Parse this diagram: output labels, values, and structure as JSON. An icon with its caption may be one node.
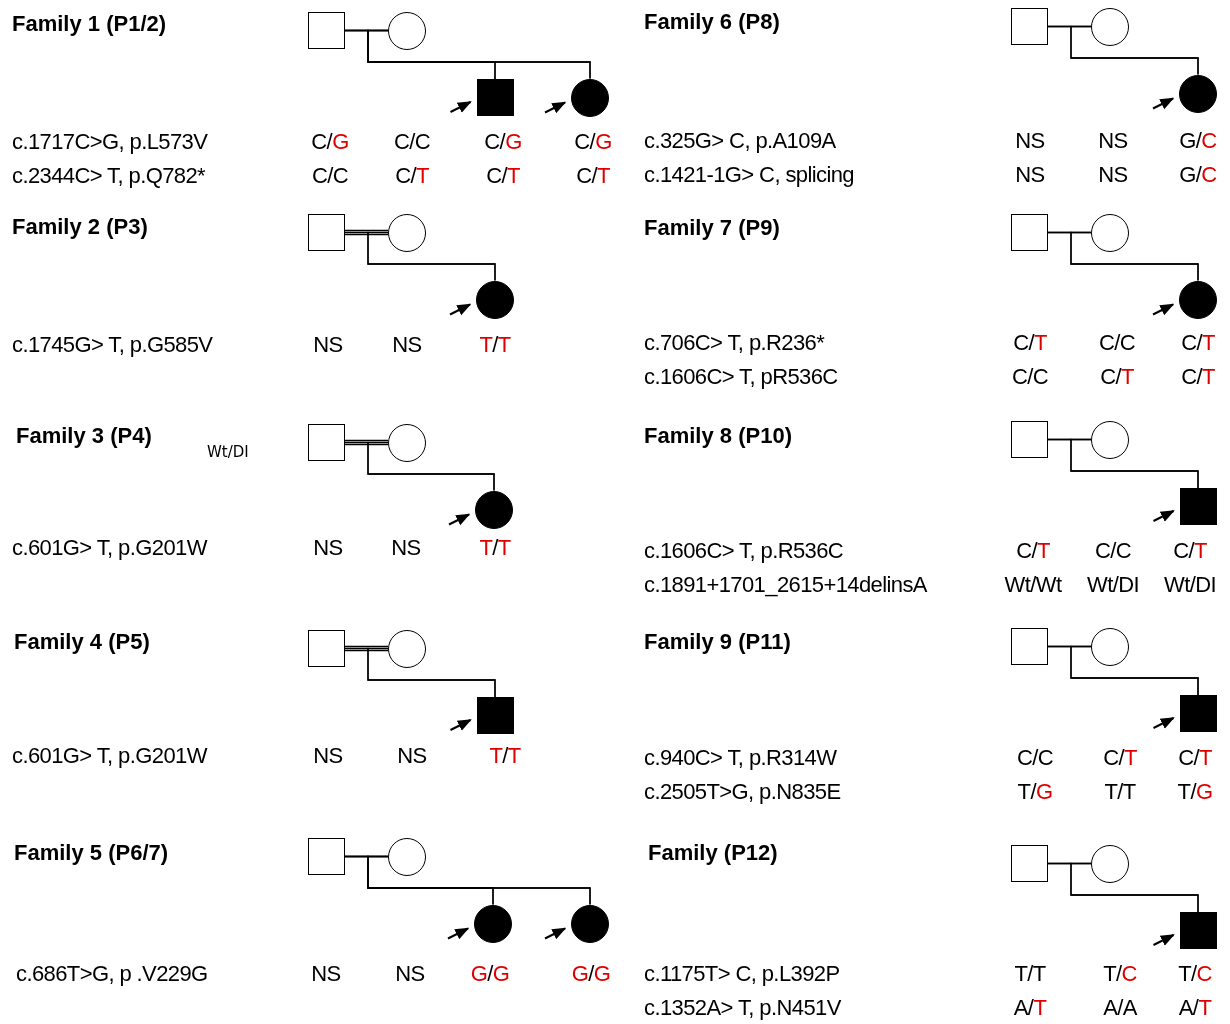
{
  "diagram": {
    "nodes": [
      {
        "text": [],
        "shape": "box",
        "beside": [
          "C/**G**",
          "C/C"
        ]
      },
      {
        "text": [],
        "shape": "circle",
        "beside": [
          "C/C",
          "C/**T**"
        ]
      },
      {
        "text": [],
        "shape": "box",
        "beside": [
          "C/**G**",
          "C/**T**"
        ]
      },
      {
        "text": [],
        "shape": "circle",
        "beside": [
          "C/**G**",
          "C/**T**"
        ]
      },
      {
        "text": [],
        "shape": "box",
        "beside": [
          "NS"
        ]
      },
      {
        "text": [],
        "shape": "circle",
        "beside": [
          "NS"
        ]
      },
      {
        "text": [],
        "shape": "circle",
        "beside": [
          "**T**/**T**"
        ]
      },
      {
        "text": [],
        "shape": "box",
        "beside": [
          "NS"
        ]
      },
      {
        "text": [],
        "shape": "circle",
        "beside": [
          "NS"
        ]
      },
      {
        "text": [],
        "shape": "circle",
        "beside": [
          "**T**/**T**"
        ]
      },
      {
        "text": [],
        "shape": "box",
        "beside": [
          "NS"
        ]
      },
      {
        "text": [],
        "shape": "circle",
        "beside": [
          "NS"
        ]
      },
      {
        "text": [],
        "shape": "box",
        "beside": [
          "**T**/**T**"
        ]
      },
      {
        "text": [],
        "shape": "box"
      },
      {
        "text": [],
        "shape": "circle"
      },
      {
        "text": [],
        "shape": "circle",
        "beside": [
          "**G**/**G**"
        ]
      },
      {
        "text": [],
        "shape": "circle",
        "beside": [
          "**G**/**G**"
        ]
      },
      {
        "text": [],
        "shape": "box",
        "beside": [
          "NS",
          "NS"
        ]
      },
      {
        "text": [],
        "shape": "circle",
        "beside": [
          "NS",
          "NS"
        ]
      },
      {
        "text": [],
        "shape": "circle",
        "beside": [
          "G/**C**",
          "G/**C**"
        ]
      },
      {
        "text": [],
        "shape": "box",
        "beside": [
          "C/**T**",
          "C/C"
        ]
      },
      {
        "text": [],
        "shape": "circle",
        "beside": [
          "C/C",
          "C/**T**"
        ]
      },
      {
        "text": [],
        "shape": "circle",
        "beside": [
          "C/**T**",
          "C/**T**"
        ]
      },
      {
        "text": [],
        "shape": "box",
        "beside": [
          "C/**T**",
          "Wt/Wt"
        ]
      },
      {
        "text": [],
        "shape": "circle",
        "beside": [
          "C/C",
          "Wt/DI"
        ]
      },
      {
        "text": [],
        "shape": "box",
        "beside": [
          "C/**T**",
          "Wt/DI"
        ]
      },
      {
        "text": [],
        "shape": "box",
        "beside": [
          "C/C",
          "T/**G**"
        ]
      },
      {
        "text": [],
        "shape": "circle",
        "beside": [
          "C/**T**",
          "T/T"
        ]
      },
      {
        "text": [],
        "shape": "box",
        "beside": [
          "C/**T**",
          "T/**G**"
        ]
      },
      {
        "text": [],
        "shape": "box",
        "beside": [
          "T/T",
          "A/**T**"
        ]
      },
      {
        "text": [],
        "shape": "circle",
        "beside": [
          "T/**C**",
          "A/A"
        ]
      },
      {
        "text": [],
        "shape": "box",
        "beside": [
          "T/**C**",
          "A/**T**"
        ]
      }
    ],
    "edges": [
      {
        "from": 0,
        "to": 1,
        "arrow": "none"
      },
      {
        "from": 0,
        "to": 2,
        "arrow": "none"
      },
      {
        "from": 1,
        "to": 2,
        "arrow": "none"
      },
      {
        "from": 0,
        "to": 3,
        "arrow": "none"
      },
      {
        "from": 1,
        "to": 3,
        "arrow": "none"
      },
      {
        "from": null,
        "to": 2,
        "arrow": "to"
      },
      {
        "from": null,
        "to": 3,
        "arrow": "to"
      },
      {
        "from": 4,
        "to": 5,
        "arrow": "none"
      },
      {
        "from": 4,
        "to": 6,
        "arrow": "none"
      },
      {
        "from": 5,
        "to": 6,
        "arrow": "none"
      },
      {
        "from": null,
        "to": 6,
        "arrow": "to"
      },
      {
        "from": 7,
        "to": 8,
        "arrow": "none"
      },
      {
        "from": 7,
        "to": 9,
        "arrow": "none"
      },
      {
        "from": 8,
        "to": 9,
        "arrow": "none"
      },
      {
        "from": null,
        "to": 9,
        "arrow": "to"
      },
      {
        "from": 10,
        "to": 11,
        "arrow": "none"
      },
      {
        "from": 10,
        "to": 12,
        "arrow": "none"
      },
      {
        "from": 11,
        "to": 12,
        "arrow": "none"
      },
      {
        "from": null,
        "to": 12,
        "arrow": "to"
      },
      {
        "from": 13,
        "to": 14,
        "arrow": "none"
      },
      {
        "from": 13,
        "to": 15,
        "arrow": "none"
      },
      {
        "from": 14,
        "to": 15,
        "arrow": "none"
      },
      {
        "from": 13,
        "to": 16,
        "arrow": "none"
      },
      {
        "from": 14,
        "to": 16,
        "arrow": "none"
      },
      {
        "from": null,
        "to": 15,
        "arrow": "to"
      },
      {
        "from": null,
        "to": 16,
        "arrow": "to"
      },
      {
        "from": 17,
        "to": 18,
        "arrow": "none"
      },
      {
        "from": 17,
        "to": 19,
        "arrow": "none"
      },
      {
        "from": 18,
        "to": 19,
        "arrow": "none"
      },
      {
        "from": null,
        "to": 19,
        "arrow": "to"
      },
      {
        "from": 20,
        "to": 21,
        "arrow": "none"
      },
      {
        "from": 20,
        "to": 22,
        "arrow": "none"
      },
      {
        "from": 21,
        "to": 22,
        "arrow": "none"
      },
      {
        "from": null,
        "to": 22,
        "arrow": "to"
      },
      {
        "from": 23,
        "to": 24,
        "arrow": "none"
      },
      {
        "from": 23,
        "to": 25,
        "arrow": "none"
      },
      {
        "from": 24,
        "to": 25,
        "arrow": "none"
      },
      {
        "from": null,
        "to": 25,
        "arrow": "to"
      },
      {
        "from": 26,
        "to": 27,
        "arrow": "none"
      },
      {
        "from": 26,
        "to": 28,
        "arrow": "none"
      },
      {
        "from": 27,
        "to": 28,
        "arrow": "none"
      },
      {
        "from": null,
        "to": 28,
        "arrow": "to"
      },
      {
        "from": 29,
        "to": 30,
        "arrow": "none"
      },
      {
        "from": 29,
        "to": 31,
        "arrow": "none"
      },
      {
        "from": 30,
        "to": 31,
        "arrow": "none"
      },
      {
        "from": null,
        "to": 31,
        "arrow": "to"
      }
    ],
    "labels": [
      "Family 1 (P1/2)",
      "c.1717C>G, p.L573V",
      "c.2344C> T, p.Q782*",
      "Family 2 (P3)",
      "c.1745G> T, p.G585V",
      "Family 3 (P4)",
      "Wt/DI",
      "c.601G> T, p.G201W",
      "Family 4 (P5)",
      "c.601G> T, p.G201W",
      "Family 5 (P6/7)",
      "c.686T>G, p .V229G",
      "NS",
      "NS",
      "Family 6 (P8)",
      "c.325G> C, p.A109A",
      "c.1421-1G> C, splicing",
      "Family 7 (P9)",
      "c.706C> T, p.R236*",
      "c.1606C> T, pR536C",
      "Family 8 (P10)",
      "c.1606C> T, p.R536C",
      "c.1891+1701_2615+14delinsA",
      "Family 9 (P11)",
      "c.940C> T, p.R314W",
      "c.2505T>G, p.N835E",
      "Family (P12)",
      "c.1175T> C, p.L392P",
      "c.1352A> T, p.N451V"
    ]
  }
}
